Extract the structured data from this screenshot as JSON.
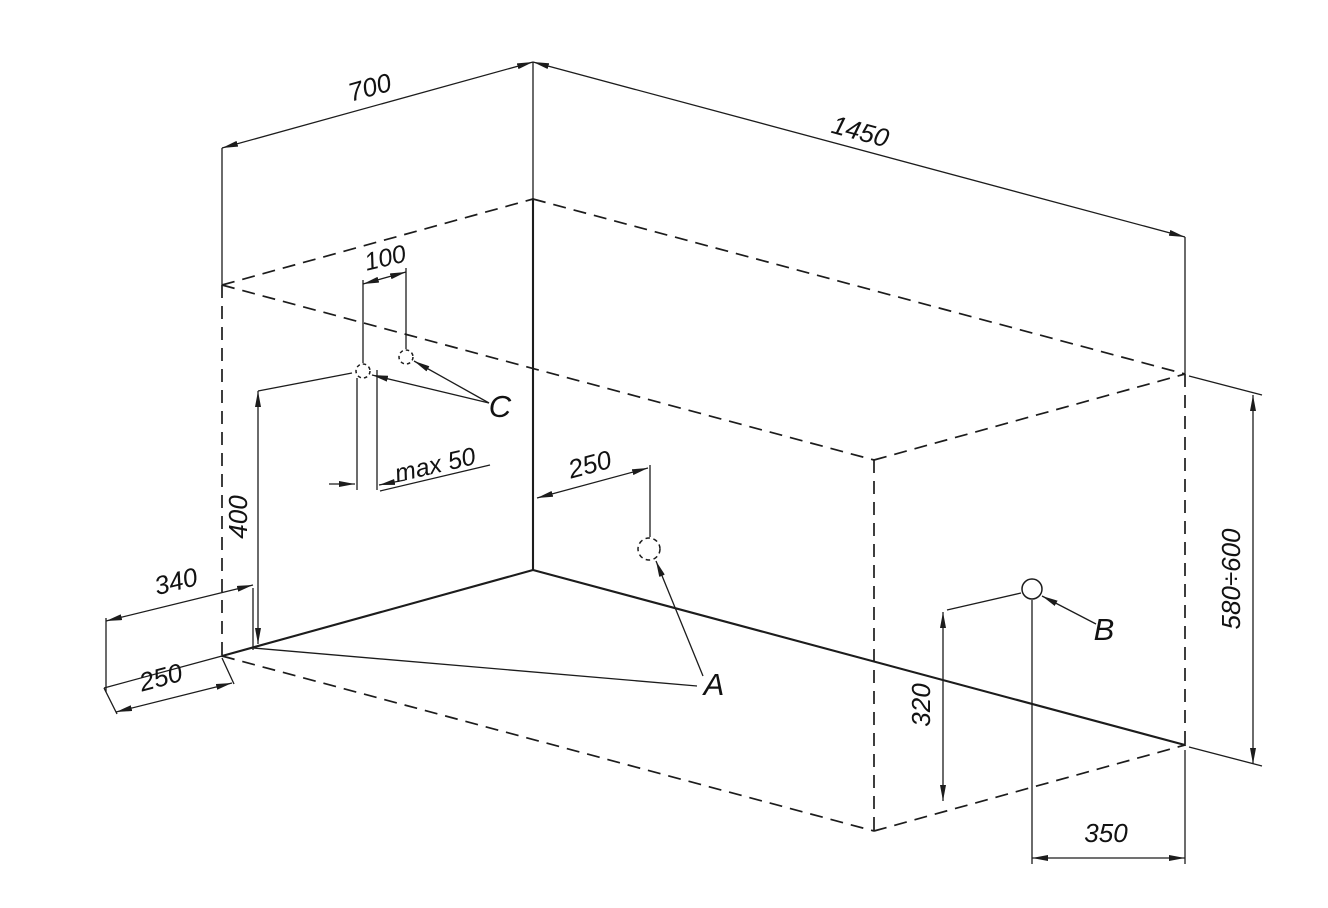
{
  "drawing": {
    "type": "isometric-installation-diagram",
    "dimensions": {
      "top_depth": "700",
      "top_length": "1450",
      "right_height": "580÷600",
      "wall_hole_height": "400",
      "wall_hole_spacing": "100",
      "wall_hole_max_offset": "max 50",
      "front_hole_offset": "250",
      "left_floor_depth": "340",
      "left_floor_overhang": "250",
      "end_hole_height": "320",
      "end_hole_offset": "350"
    },
    "labels": {
      "front_hole": "A",
      "end_hole": "B",
      "wall_holes": "C"
    }
  }
}
